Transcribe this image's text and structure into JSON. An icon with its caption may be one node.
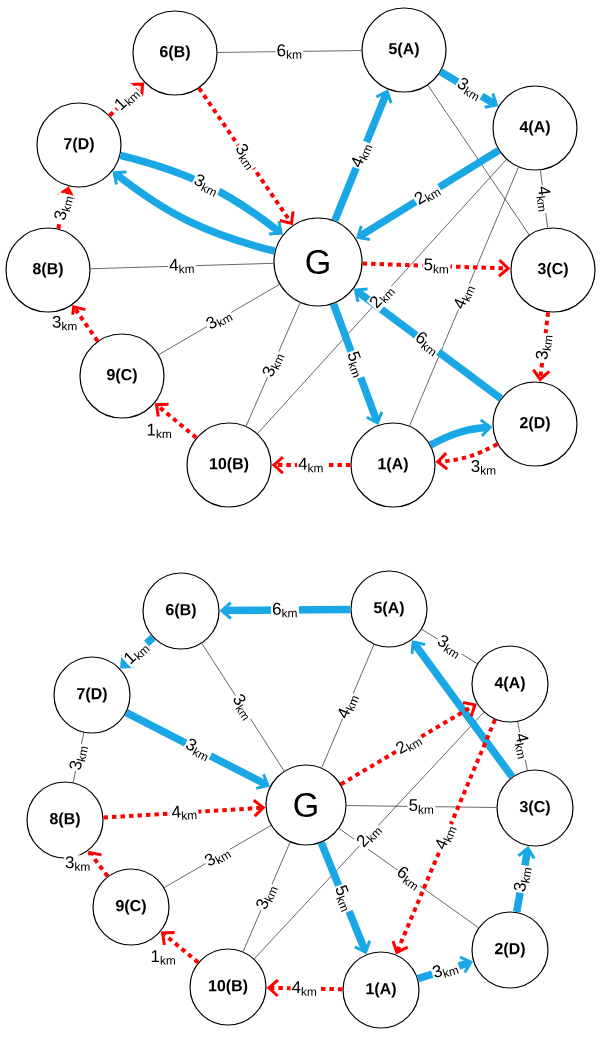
{
  "diagram": {
    "nodes": [
      {
        "text": [
          "G"
        ]
      },
      {
        "text": [
          "1(A)"
        ]
      },
      {
        "text": [
          "2(D)"
        ]
      },
      {
        "text": [
          "3(C)"
        ]
      },
      {
        "text": [
          "4(A)"
        ]
      },
      {
        "text": [
          "5(A)"
        ]
      },
      {
        "text": [
          "6(B)"
        ]
      },
      {
        "text": [
          "7(D)"
        ]
      },
      {
        "text": [
          "8(B)"
        ]
      },
      {
        "text": [
          "9(C)"
        ]
      },
      {
        "text": [
          "10(B)"
        ]
      },
      {
        "text": [
          "G"
        ]
      },
      {
        "text": [
          "1(A)"
        ]
      },
      {
        "text": [
          "2(D)"
        ]
      },
      {
        "text": [
          "3(C)"
        ]
      },
      {
        "text": [
          "4(A)"
        ]
      },
      {
        "text": [
          "5(A)"
        ]
      },
      {
        "text": [
          "6(B)"
        ]
      },
      {
        "text": [
          "7(D)"
        ]
      },
      {
        "text": [
          "8(B)"
        ]
      },
      {
        "text": [
          "9(C)"
        ]
      },
      {
        "text": [
          "10(B)"
        ]
      }
    ],
    "edges": [
      {
        "from": 6,
        "to": 5,
        "arrow": "none",
        "label": "6$_{km}$"
      },
      {
        "from": 5,
        "to": 3,
        "arrow": "none"
      },
      {
        "from": 4,
        "to": 3,
        "arrow": "none",
        "label": "4$_{km}$"
      },
      {
        "from": 4,
        "to": 10,
        "arrow": "none",
        "label": "2$_{km}$"
      },
      {
        "from": 4,
        "to": 1,
        "arrow": "none",
        "label": "4$_{km}$"
      },
      {
        "from": 10,
        "to": 0,
        "arrow": "none",
        "label": "3$_{km}$"
      },
      {
        "from": 9,
        "to": 0,
        "arrow": "none",
        "label": "3$_{km}$"
      },
      {
        "from": 8,
        "to": 0,
        "arrow": "none",
        "label": "4$_{km}$"
      },
      {
        "from": 5,
        "to": 4,
        "arrow": "to",
        "label": "3$_{km}$",
        "style": "thick",
        "color": "#1aa7e6"
      },
      {
        "from": 0,
        "to": 5,
        "arrow": "to",
        "label": "4$_{km}$",
        "style": "thick",
        "color": "#1aa7e6"
      },
      {
        "from": 4,
        "to": 0,
        "arrow": "to",
        "label": "2$_{km}$",
        "style": "thick",
        "color": "#1aa7e6"
      },
      {
        "from": 2,
        "to": 0,
        "arrow": "to",
        "label": "6$_{km}$",
        "style": "thick",
        "color": "#1aa7e6"
      },
      {
        "from": 0,
        "to": 1,
        "arrow": "to",
        "label": "5$_{km}$",
        "style": "thick",
        "color": "#1aa7e6"
      },
      {
        "from": 1,
        "to": 2,
        "arrow": "to",
        "style": "thick",
        "color": "#1aa7e6"
      },
      {
        "from": 0,
        "to": 7,
        "arrow": "to",
        "style": "thick",
        "color": "#1aa7e6"
      },
      {
        "from": 7,
        "to": 0,
        "arrow": "to",
        "label": "3$_{km}$",
        "style": "thick",
        "color": "#1aa7e6"
      },
      {
        "from": 0,
        "to": 3,
        "arrow": "to",
        "label": "5$_{km}$",
        "style": "dashed",
        "color": "#ff0000"
      },
      {
        "from": 3,
        "to": 2,
        "arrow": "to",
        "label": "3$_{km}$",
        "style": "dashed",
        "color": "#ff0000"
      },
      {
        "from": 2,
        "to": 1,
        "arrow": "to",
        "label": "3$_{km}$",
        "style": "dashed",
        "color": "#ff0000"
      },
      {
        "from": 1,
        "to": 10,
        "arrow": "to",
        "label": "4$_{km}$",
        "style": "dashed",
        "color": "#ff0000"
      },
      {
        "from": 10,
        "to": 9,
        "arrow": "to",
        "label": "1$_{km}$",
        "style": "dashed",
        "color": "#ff0000"
      },
      {
        "from": 9,
        "to": 8,
        "arrow": "to",
        "label": "3$_{km}$",
        "style": "dashed",
        "color": "#ff0000"
      },
      {
        "from": 8,
        "to": 7,
        "arrow": "to",
        "label": "3$_{km}$",
        "style": "dashed",
        "color": "#ff0000"
      },
      {
        "from": 7,
        "to": 6,
        "arrow": "to",
        "label": "1$_{km}$",
        "style": "dashed",
        "color": "#ff0000"
      },
      {
        "from": 6,
        "to": 0,
        "arrow": "to",
        "label": "3$_{km}$",
        "style": "dashed",
        "color": "#ff0000"
      },
      {
        "from": 16,
        "to": 15,
        "arrow": "none",
        "label": "3$_{km}$"
      },
      {
        "from": 17,
        "to": 11,
        "arrow": "none",
        "label": "3$_{km}$"
      },
      {
        "from": 16,
        "to": 11,
        "arrow": "none",
        "label": "4$_{km}$"
      },
      {
        "from": 18,
        "to": 19,
        "arrow": "none",
        "label": "3$_{km}$"
      },
      {
        "from": 15,
        "to": 14,
        "arrow": "none",
        "label": "4$_{km}$"
      },
      {
        "from": 11,
        "to": 14,
        "arrow": "none",
        "label": "5$_{km}$"
      },
      {
        "from": 15,
        "to": 21,
        "arrow": "none",
        "label": "2$_{km}$"
      },
      {
        "from": 11,
        "to": 13,
        "arrow": "none",
        "label": "6$_{km}$"
      },
      {
        "from": 21,
        "to": 11,
        "arrow": "none",
        "label": "3$_{km}$"
      },
      {
        "from": 20,
        "to": 11,
        "arrow": "none",
        "label": "3$_{km}$"
      },
      {
        "from": 16,
        "to": 17,
        "arrow": "to",
        "label": "6$_{km}$",
        "style": "thick",
        "color": "#1aa7e6"
      },
      {
        "from": 17,
        "to": 18,
        "arrow": "to",
        "label": "1$_{km}$",
        "style": "thick",
        "color": "#1aa7e6"
      },
      {
        "from": 18,
        "to": 11,
        "arrow": "to",
        "label": "3$_{km}$",
        "style": "thick",
        "color": "#1aa7e6"
      },
      {
        "from": 14,
        "to": 16,
        "arrow": "to",
        "style": "thick",
        "color": "#1aa7e6"
      },
      {
        "from": 11,
        "to": 12,
        "arrow": "to",
        "label": "5$_{km}$",
        "style": "thick",
        "color": "#1aa7e6"
      },
      {
        "from": 12,
        "to": 13,
        "arrow": "to",
        "label": "3$_{km}$",
        "style": "thick",
        "color": "#1aa7e6"
      },
      {
        "from": 13,
        "to": 14,
        "arrow": "to",
        "label": "3$_{km}$",
        "style": "thick",
        "color": "#1aa7e6"
      },
      {
        "from": 19,
        "to": 11,
        "arrow": "to",
        "label": "4$_{km}$",
        "style": "dashed",
        "color": "#ff0000"
      },
      {
        "from": 11,
        "to": 15,
        "arrow": "to",
        "label": "2$_{km}$",
        "style": "dashed",
        "color": "#ff0000"
      },
      {
        "from": 15,
        "to": 12,
        "arrow": "to",
        "label": "4$_{km}$",
        "style": "dashed",
        "color": "#ff0000"
      },
      {
        "from": 12,
        "to": 21,
        "arrow": "to",
        "label": "4$_{km}$",
        "style": "dashed",
        "color": "#ff0000"
      },
      {
        "from": 21,
        "to": 20,
        "arrow": "to",
        "label": "1$_{km}$",
        "style": "dashed",
        "color": "#ff0000"
      },
      {
        "from": 20,
        "to": 19,
        "arrow": "to",
        "label": "3$_{km}$",
        "style": "dashed",
        "color": "#ff0000"
      }
    ]
  }
}
